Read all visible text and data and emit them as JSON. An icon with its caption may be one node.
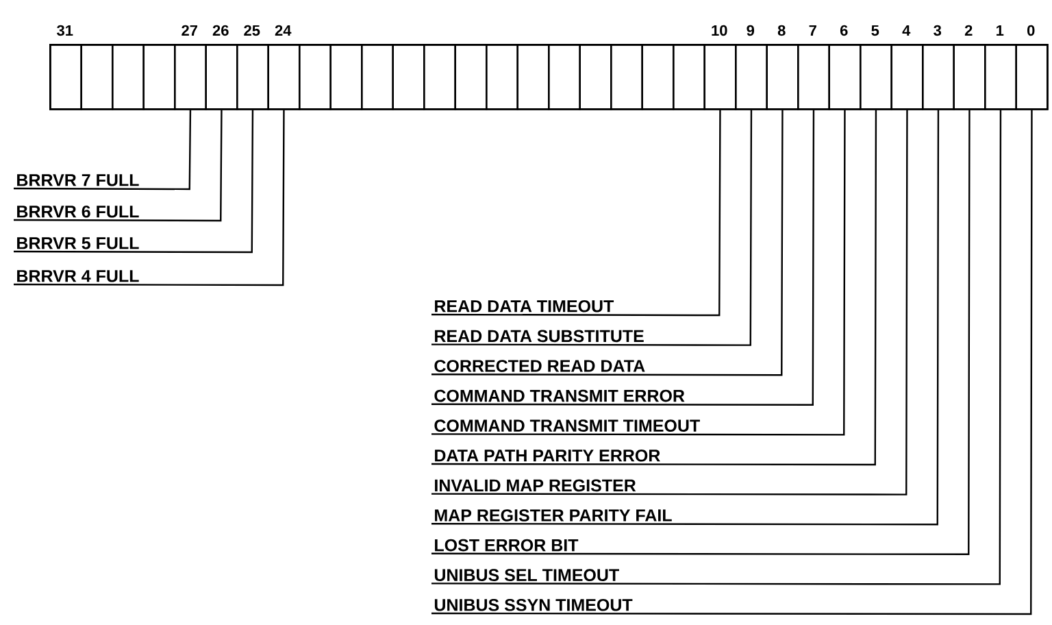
{
  "diagram": {
    "nodes": [
      {
        "text": [],
        "shape": "box"
      },
      {
        "text": [],
        "shape": "box",
        "in": 0
      },
      {
        "text": [],
        "shape": "box",
        "in": 0
      },
      {
        "text": [],
        "shape": "box",
        "in": 0
      },
      {
        "text": [],
        "shape": "box",
        "in": 0
      },
      {
        "text": [],
        "shape": "box",
        "in": 0
      },
      {
        "text": [],
        "shape": "box",
        "in": 0
      },
      {
        "text": [],
        "shape": "box",
        "in": 0
      },
      {
        "text": [],
        "shape": "box",
        "in": 0
      },
      {
        "text": [],
        "shape": "box",
        "in": 0
      },
      {
        "text": [],
        "shape": "box",
        "in": 0
      },
      {
        "text": [],
        "shape": "box",
        "in": 0
      },
      {
        "text": [],
        "shape": "box",
        "in": 0
      },
      {
        "text": [],
        "shape": "box",
        "in": 0
      },
      {
        "text": [],
        "shape": "box",
        "in": 0
      },
      {
        "text": [],
        "shape": "box",
        "in": 0
      },
      {
        "text": [],
        "shape": "box",
        "in": 0
      },
      {
        "text": [],
        "shape": "box",
        "in": 0
      },
      {
        "text": [],
        "shape": "box",
        "in": 0
      },
      {
        "text": [],
        "shape": "box",
        "in": 0
      },
      {
        "text": [],
        "shape": "box",
        "in": 0
      },
      {
        "text": [],
        "shape": "box",
        "in": 0
      },
      {
        "text": [],
        "shape": "box",
        "in": 0
      },
      {
        "text": [],
        "shape": "box",
        "in": 0
      },
      {
        "text": [],
        "shape": "box",
        "in": 0
      },
      {
        "text": [],
        "shape": "box",
        "in": 0
      },
      {
        "text": [],
        "shape": "box",
        "in": 0
      },
      {
        "text": [],
        "shape": "box",
        "in": 0
      },
      {
        "text": [],
        "shape": "box",
        "in": 0
      },
      {
        "text": [],
        "shape": "box",
        "in": 0
      },
      {
        "text": [],
        "shape": "box",
        "in": 0
      },
      {
        "text": [],
        "shape": "box",
        "in": 0
      },
      {
        "text": [],
        "shape": "box",
        "in": 0
      },
      {
        "text": [
          "BRRVR 7 FULL"
        ]
      },
      {
        "text": [
          "BRRVR 6 FULL"
        ]
      },
      {
        "text": [
          "BRRVR 5 FULL"
        ]
      },
      {
        "text": [
          "BRRVR 4 FULL"
        ]
      },
      {
        "text": [
          "READ DATA TIMEOUT"
        ]
      },
      {
        "text": [
          "READ DATA SUBSTITUTE"
        ]
      },
      {
        "text": [
          "CORRECTED READ DATA"
        ]
      },
      {
        "text": [
          "COMMAND TRANSMIT ERROR"
        ]
      },
      {
        "text": [
          "COMMAND TRANSMIT TIMEOUT"
        ]
      },
      {
        "text": [
          "DATA PATH PARITY ERROR"
        ]
      },
      {
        "text": [
          "INVALID MAP REGISTER"
        ]
      },
      {
        "text": [
          "MAP REGISTER PARITY FAIL"
        ]
      },
      {
        "text": [
          "LOST ERROR BIT"
        ]
      },
      {
        "text": [
          "UNIBUS SEL TIMEOUT"
        ]
      },
      {
        "text": [
          "UNIBUS SSYN TIMEOUT"
        ]
      }
    ],
    "edges": [
      {
        "from": 33,
        "to": 5,
        "arrow": "none"
      },
      {
        "from": 34,
        "to": 6,
        "arrow": "none"
      },
      {
        "from": 35,
        "to": 7,
        "arrow": "none"
      },
      {
        "from": 36,
        "to": 8,
        "arrow": "none"
      },
      {
        "from": 37,
        "to": 22,
        "arrow": "none"
      },
      {
        "from": 38,
        "to": 23,
        "arrow": "none"
      },
      {
        "from": 39,
        "to": 24,
        "arrow": "none"
      },
      {
        "from": 40,
        "to": 25,
        "arrow": "none"
      },
      {
        "from": 41,
        "to": 26,
        "arrow": "none"
      },
      {
        "from": 42,
        "to": 27,
        "arrow": "none"
      },
      {
        "from": 43,
        "to": 28,
        "arrow": "none"
      },
      {
        "from": 44,
        "to": 29,
        "arrow": "none"
      },
      {
        "from": 45,
        "to": 30,
        "arrow": "none"
      },
      {
        "from": 46,
        "to": 31,
        "arrow": "none"
      },
      {
        "from": 47,
        "to": 32,
        "arrow": "none"
      }
    ],
    "labels": [
      "31",
      "27",
      "26",
      "25",
      "24",
      "10",
      "9",
      "8",
      "7",
      "6",
      "5",
      "4",
      "3",
      "2",
      "1",
      "0"
    ]
  }
}
